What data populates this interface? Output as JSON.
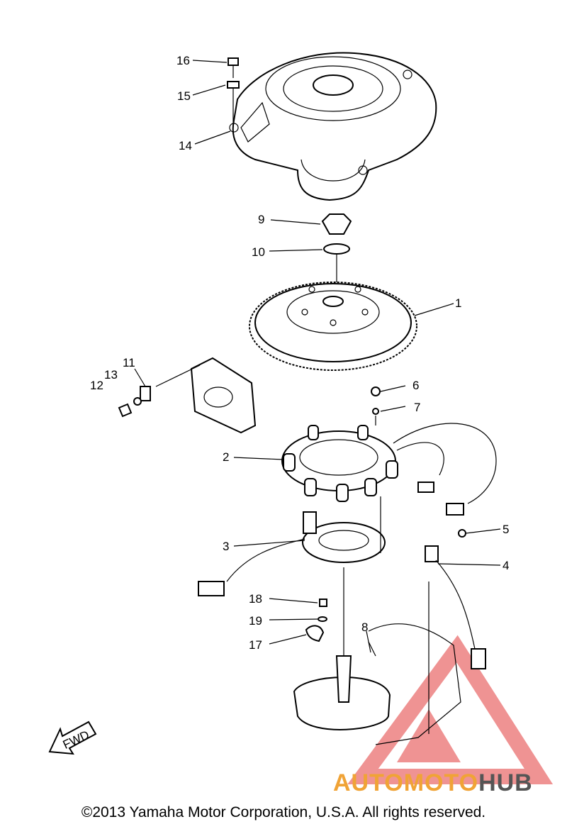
{
  "callouts": [
    {
      "id": "c1",
      "text": "1"
    },
    {
      "id": "c2",
      "text": "2"
    },
    {
      "id": "c3",
      "text": "3"
    },
    {
      "id": "c4",
      "text": "4"
    },
    {
      "id": "c5",
      "text": "5"
    },
    {
      "id": "c6",
      "text": "6"
    },
    {
      "id": "c7",
      "text": "7"
    },
    {
      "id": "c8",
      "text": "8"
    },
    {
      "id": "c9",
      "text": "9"
    },
    {
      "id": "c10",
      "text": "10"
    },
    {
      "id": "c11",
      "text": "11"
    },
    {
      "id": "c12",
      "text": "12"
    },
    {
      "id": "c13",
      "text": "13"
    },
    {
      "id": "c14",
      "text": "14"
    },
    {
      "id": "c15",
      "text": "15"
    },
    {
      "id": "c16",
      "text": "16"
    },
    {
      "id": "c17",
      "text": "17"
    },
    {
      "id": "c18",
      "text": "18"
    },
    {
      "id": "c19",
      "text": "19"
    }
  ],
  "fwd_label": "FWD",
  "watermark": {
    "part1": "AUTOMOTO",
    "part2": "HUB",
    "color1": "#f0a336",
    "color2": "#555555"
  },
  "copyright": "©2013 Yamaha Motor Corporation, U.S.A. All rights reserved."
}
